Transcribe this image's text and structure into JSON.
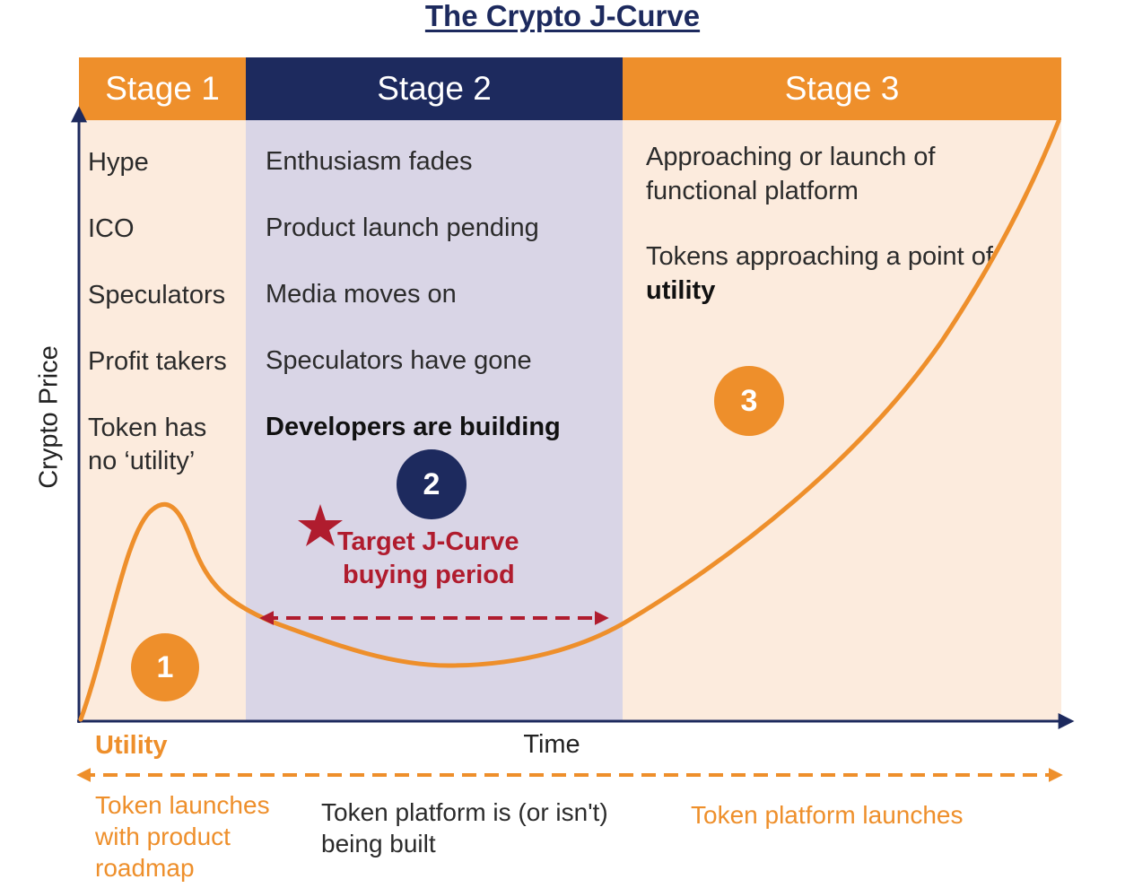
{
  "title": "The Crypto J-Curve",
  "y_axis_label": "Crypto Price",
  "x_axis_label": "Time",
  "colors": {
    "orange": "#ee8f2b",
    "navy": "#1d2a5e",
    "peach": "#fcebdd",
    "lavender": "#d9d5e6",
    "red": "#b01c2e"
  },
  "stages": [
    {
      "header": "Stage 1",
      "items": [
        "Hype",
        "ICO",
        "Speculators",
        "Profit takers",
        "Token has",
        "no ‘utility’"
      ],
      "marker": "1"
    },
    {
      "header": "Stage 2",
      "items": [
        "Enthusiasm fades",
        "Product launch pending",
        "Media moves on",
        "Speculators have gone",
        "Developers are building"
      ],
      "marker": "2"
    },
    {
      "header": "Stage 3",
      "items": [
        "Approaching or launch of",
        "functional platform",
        "Tokens approaching a point of",
        "utility"
      ],
      "marker": "3"
    }
  ],
  "target": {
    "line1": "Target J-Curve",
    "line2": "buying period"
  },
  "utility": {
    "label": "Utility",
    "stage1": [
      "Token launches",
      "with product",
      "roadmap"
    ],
    "stage2": [
      "Token platform is (or isn't)",
      "being built"
    ],
    "stage3": "Token platform launches"
  }
}
